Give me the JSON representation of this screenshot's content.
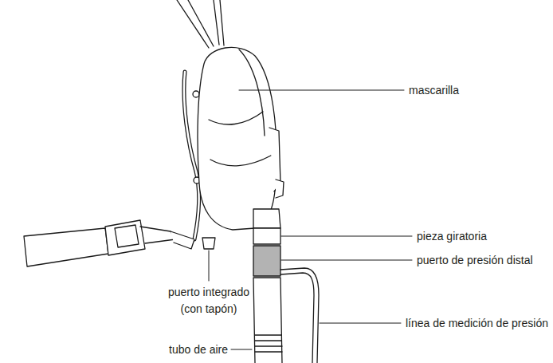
{
  "diagram": {
    "labels": [
      "mascarilla",
      "pieza giratoria",
      "puerto de presión distal",
      "puerto integrado (con tapón)",
      "línea de medición de presión",
      "tubo de aire"
    ]
  }
}
